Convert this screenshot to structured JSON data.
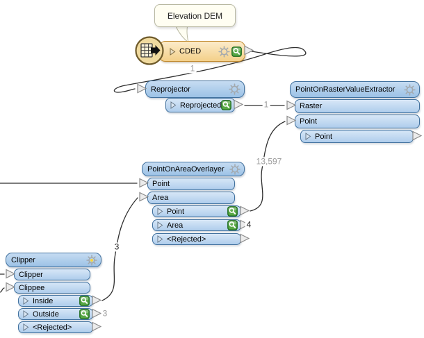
{
  "annotation": {
    "text": "Elevation DEM"
  },
  "nodes": {
    "cded": {
      "title": "CDED"
    },
    "reprojector": {
      "title": "Reprojector",
      "outputs": {
        "reprojected": "Reprojected"
      }
    },
    "extractor": {
      "title": "PointOnRasterValueExtractor",
      "inputs": {
        "raster": "Raster",
        "point": "Point"
      },
      "outputs": {
        "point": "Point"
      }
    },
    "overlayer": {
      "title": "PointOnAreaOverlayer",
      "inputs": {
        "point": "Point",
        "area": "Area"
      },
      "outputs": {
        "point": "Point",
        "area": "Area",
        "rejected": "<Rejected>"
      }
    },
    "clipper": {
      "title": "Clipper",
      "inputs": {
        "clipper": "Clipper",
        "clippee": "Clippee"
      },
      "outputs": {
        "inside": "Inside",
        "outside": "Outside",
        "rejected": "<Rejected>"
      }
    }
  },
  "counts": {
    "cded_to_reprojector": "1",
    "reprojected_to_raster": "1",
    "overlayer_point_to_extractor_point": "13,597",
    "clipper_inside_to_overlayer_area": "3",
    "overlayer_area_count": "4",
    "clipper_outside_count": "3"
  },
  "colors": {
    "node_blue_top": "#c6dcf2",
    "node_blue_bottom": "#9cc2e6",
    "node_blue_border": "#41719e",
    "reader_orange_top": "#fcecca",
    "reader_orange_bottom": "#f3d089",
    "reader_border": "#c08a30",
    "magnifier_green": "#58a845",
    "wire": "#2e2e2e",
    "count_gray": "#9b9b9b",
    "count_dark": "#1f1f1f",
    "annotation_bg": "#fffef2",
    "clipper_gear_center": "#f6d53d"
  }
}
